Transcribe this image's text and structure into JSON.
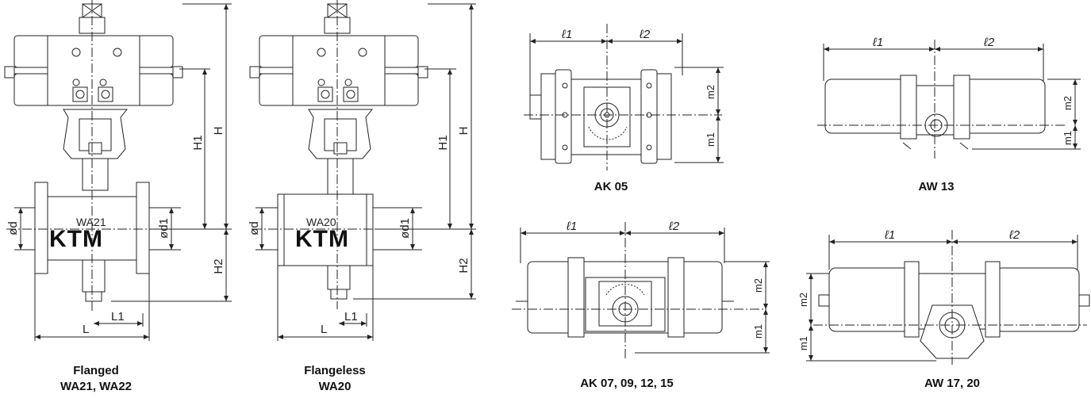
{
  "figures": [
    {
      "id": "wa21",
      "caption_line1": "Flanged",
      "caption_line2": "WA21, WA22",
      "model_label": "WA21",
      "dims": {
        "H": "H",
        "H1": "H1",
        "H2": "H2",
        "od": "ød",
        "od1": "ød1",
        "L": "L",
        "L1": "L1"
      }
    },
    {
      "id": "wa20",
      "caption_line1": "Flangeless",
      "caption_line2": "WA20",
      "model_label": "WA20",
      "dims": {
        "H": "H",
        "H1": "H1",
        "H2": "H2",
        "od": "ød",
        "od1": "ød1",
        "L": "L",
        "L1": "L1"
      }
    },
    {
      "id": "ak05",
      "caption": "AK 05",
      "dims": {
        "l1": "ℓ1",
        "l2": "ℓ2",
        "m1": "m1",
        "m2": "m2"
      }
    },
    {
      "id": "aw13",
      "caption": "AW 13",
      "dims": {
        "l1": "ℓ1",
        "l2": "ℓ2",
        "m1": "m1",
        "m2": "m2"
      }
    },
    {
      "id": "ak07",
      "caption": "AK 07, 09, 12, 15",
      "dims": {
        "l1": "ℓ1",
        "l2": "ℓ2",
        "m1": "m1",
        "m2": "m2"
      }
    },
    {
      "id": "aw17",
      "caption": "AW 17, 20",
      "dims": {
        "l1": "ℓ1",
        "l2": "ℓ2",
        "m1": "m1",
        "m2": "m2"
      }
    }
  ],
  "brand_logo_text": "KTM"
}
